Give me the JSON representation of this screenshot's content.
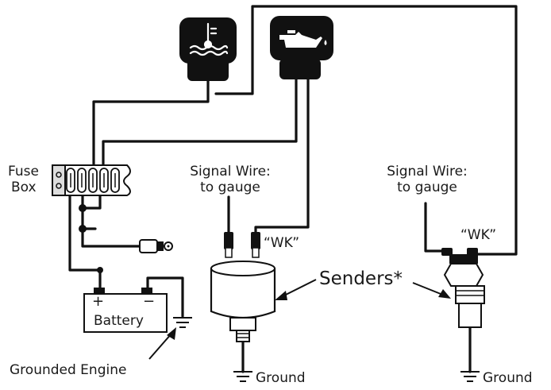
{
  "labels": {
    "fuse_box_line1": "Fuse",
    "fuse_box_line2": "Box",
    "signal_left_line1": "Signal Wire:",
    "signal_left_line2": "to gauge",
    "signal_right_line1": "Signal Wire:",
    "signal_right_line2": "to gauge",
    "wk_left": "“WK”",
    "wk_right": "“WK”",
    "senders": "Senders*",
    "battery": "Battery",
    "battery_plus": "+",
    "battery_minus": "−",
    "grounded_engine": "Grounded Engine",
    "ground_left": "Ground",
    "ground_right": "Ground"
  },
  "icons": {
    "temperature_gauge": "coolant-temperature-icon",
    "oil_gauge": "oil-pressure-icon",
    "ignition": "ignition-key-icon"
  },
  "colors": {
    "ink": "#111111",
    "gauge_face": "#111111",
    "icon_fg": "#ffffff"
  }
}
